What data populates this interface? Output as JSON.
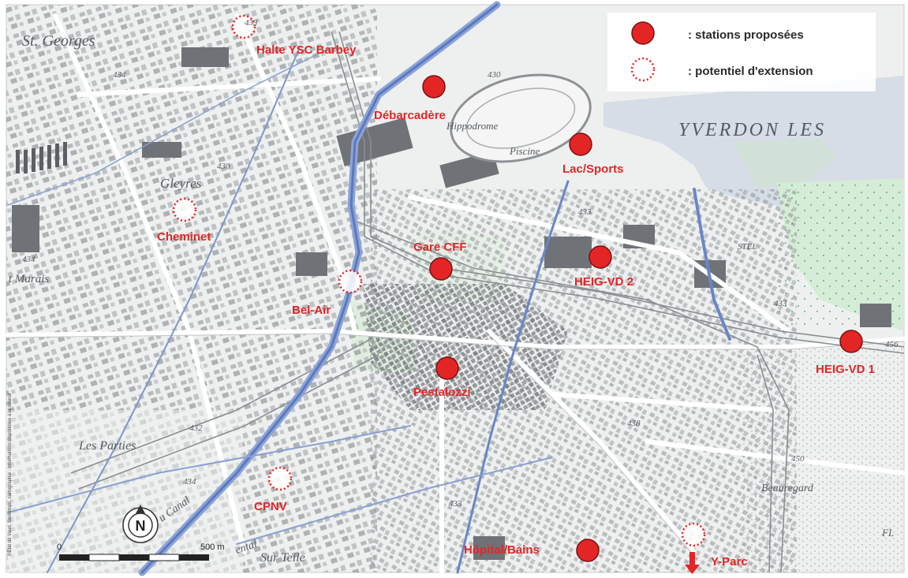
{
  "legend": {
    "proposed_label": ": stations proposées",
    "extension_label": ": potentiel d'extension",
    "proposed_color": "#e32526",
    "extension_color": "#e32526"
  },
  "stations_proposed": [
    {
      "name": "Débarcadère"
    },
    {
      "name": "Lac/Sports"
    },
    {
      "name": "Gare CFF"
    },
    {
      "name": "HEIG-VD 2"
    },
    {
      "name": "HEIG-VD 1"
    },
    {
      "name": "Pestalozzi"
    },
    {
      "name": "Hôpital/Bains"
    }
  ],
  "stations_extension": [
    {
      "name": "Halte YSC Barbey"
    },
    {
      "name": "Cheminet"
    },
    {
      "name": "Bel-Air"
    },
    {
      "name": "CPNV"
    },
    {
      "name": "Y-Parc"
    }
  ],
  "map_labels": {
    "st_georges": "St. Georges",
    "gleyres": "Gleyres",
    "marais": "t Marais",
    "hippodrome": "Hippodrome",
    "piscine": "Piscine",
    "yverdon": "YVERDON LES",
    "les_parties": "Les Parties",
    "au_canal": "u Canal",
    "sur_teile": "Sur Teile",
    "beauregard": "Beauregard",
    "ental": "ental",
    "fl": "FL",
    "stel": "STEL"
  },
  "altitudes": [
    "433",
    "434",
    "430",
    "430",
    "434",
    "433",
    "433",
    "432",
    "434",
    "433",
    "438",
    "450",
    "456"
  ],
  "scale": {
    "start": "0",
    "end": "500 m"
  },
  "north_symbol": "N",
  "credit": "©Etat de Vaud, Swisstopo, cartographie : informations disponibles à la source"
}
